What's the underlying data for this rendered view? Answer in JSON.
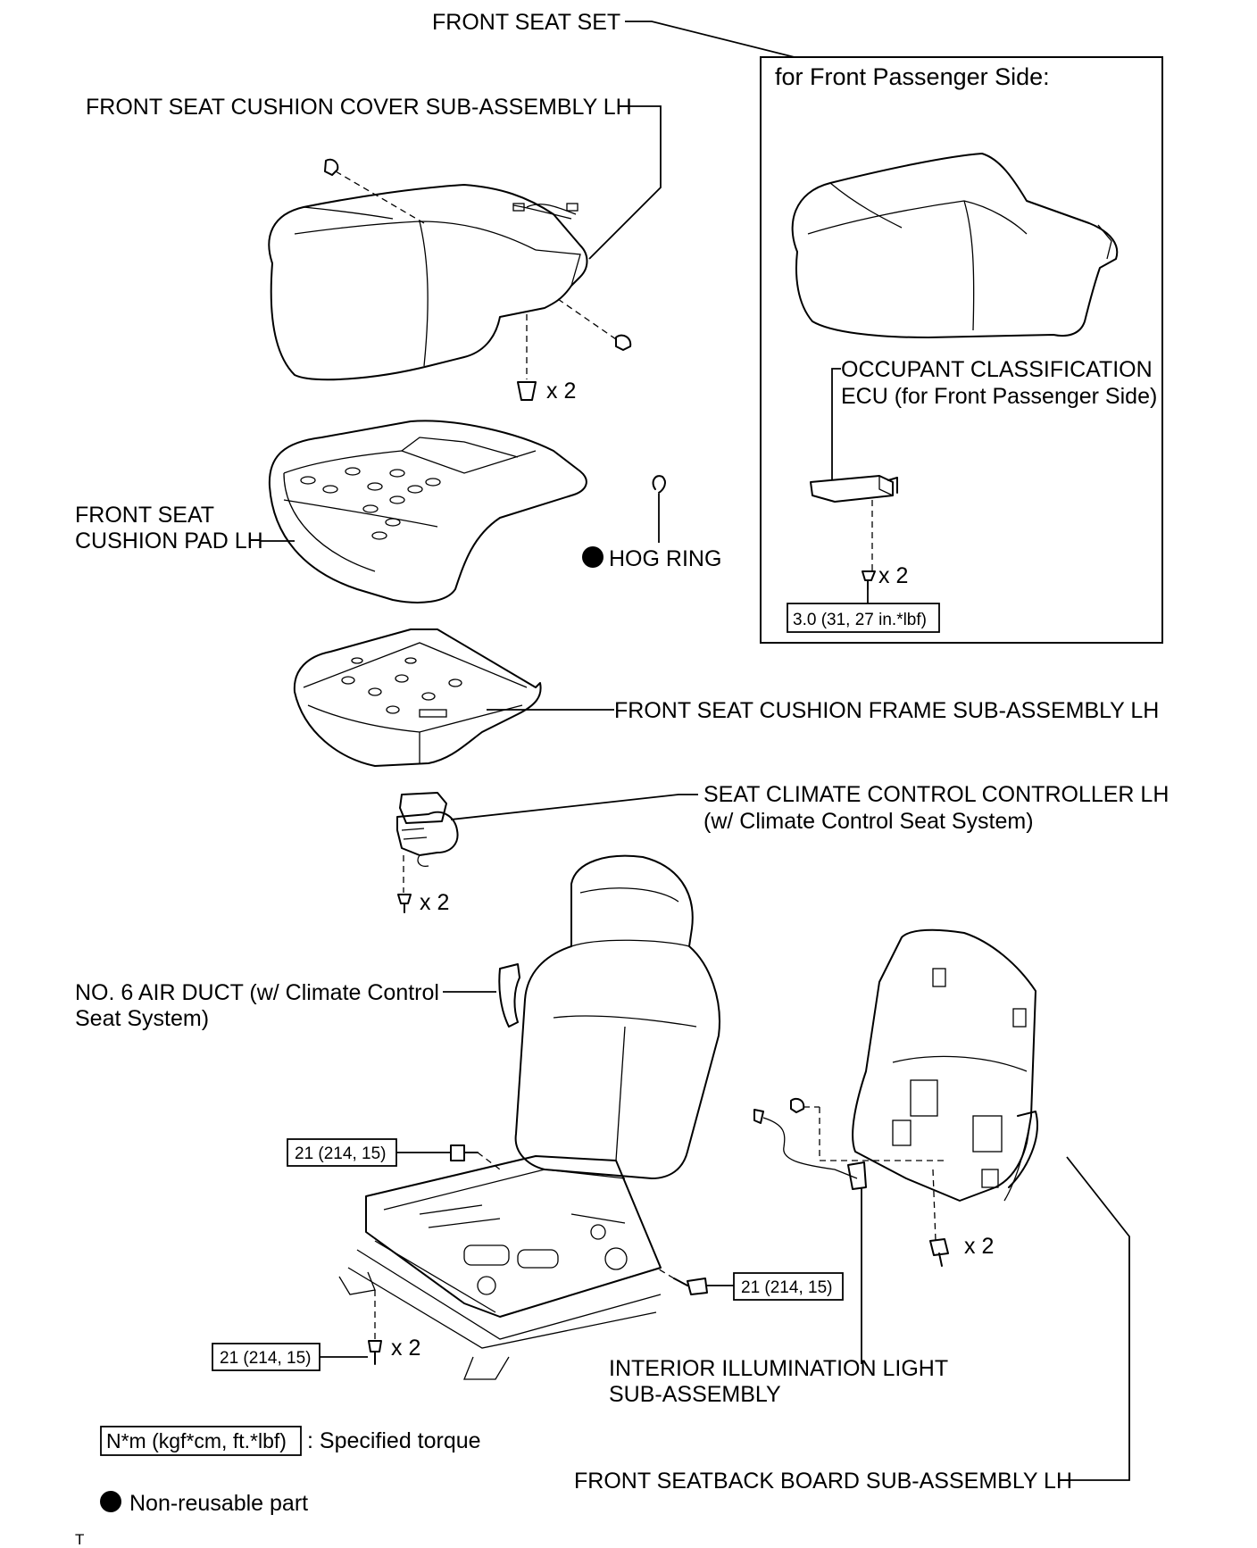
{
  "labels": {
    "front_seat_set": "FRONT SEAT SET",
    "cushion_cover": "FRONT SEAT CUSHION COVER SUB-ASSEMBLY LH",
    "cushion_pad_line1": "FRONT SEAT",
    "cushion_pad_line2": "CUSHION PAD LH",
    "hog_ring": "HOG RING",
    "cushion_frame": "FRONT SEAT CUSHION FRAME SUB-ASSEMBLY LH",
    "climate_controller_line1": "SEAT CLIMATE CONTROL CONTROLLER LH",
    "climate_controller_line2": "(w/ Climate Control Seat System)",
    "air_duct_line1": "NO. 6 AIR DUCT (w/ Climate Control",
    "air_duct_line2": "Seat System)",
    "illumination_line1": "INTERIOR ILLUMINATION LIGHT",
    "illumination_line2": "SUB-ASSEMBLY",
    "seatback_board": "FRONT SEATBACK BOARD SUB-ASSEMBLY LH",
    "passenger_title": "for Front Passenger Side:",
    "occupant_line1": "OCCUPANT CLASSIFICATION",
    "occupant_line2": "ECU (for Front Passenger Side)",
    "corner_mark": "T"
  },
  "quantities": {
    "cover_clip": "x 2",
    "passenger_screw": "x 2",
    "controller_screw": "x 2",
    "board_screw": "x 2",
    "frame_bolt": "x 2"
  },
  "torques": {
    "passenger_ecu": "3.0 (31, 27 in.*lbf)",
    "seat_bolt_upper": "21 (214, 15)",
    "seat_bolt_right": "21 (214, 15)",
    "seat_bolt_lower": "21 (214, 15)"
  },
  "legend": {
    "torque_unit": "N*m (kgf*cm, ft.*lbf)",
    "torque_desc": ": Specified torque",
    "nonreusable_desc": "Non-reusable part"
  }
}
